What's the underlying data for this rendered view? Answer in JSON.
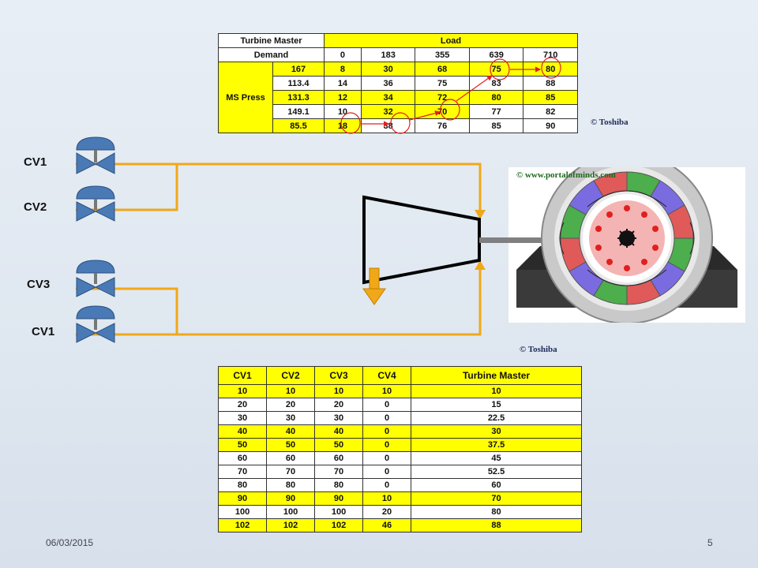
{
  "top_table": {
    "header_left_line1": "Turbine Master",
    "header_left_line2": "Demand",
    "load_label": "Load",
    "load_values": [
      "0",
      "183",
      "355",
      "639",
      "710"
    ],
    "ms_press_label": "MS Press",
    "rows": [
      {
        "press": "167",
        "values": [
          "8",
          "30",
          "68",
          "75",
          "80"
        ]
      },
      {
        "press": "113.4",
        "values": [
          "14",
          "36",
          "75",
          "83",
          "88"
        ]
      },
      {
        "press": "131.3",
        "values": [
          "12",
          "34",
          "72",
          "80",
          "85"
        ]
      },
      {
        "press": "149.1",
        "values": [
          "10",
          "32",
          "70",
          "77",
          "82"
        ]
      },
      {
        "press": "85.5",
        "values": [
          "18",
          "38",
          "76",
          "85",
          "90"
        ]
      }
    ]
  },
  "copyright_toshiba_top": "© Toshiba",
  "copyright_toshiba_mid": "© Toshiba",
  "copyright_portal": "© www.portalofminds.com",
  "valves": {
    "labels": [
      "CV1",
      "CV2",
      "CV3",
      "CV1"
    ]
  },
  "bottom_table": {
    "headers": [
      "CV1",
      "CV2",
      "CV3",
      "CV4",
      "Turbine Master"
    ],
    "rows": [
      [
        "10",
        "10",
        "10",
        "10",
        "10"
      ],
      [
        "20",
        "20",
        "20",
        "0",
        "15"
      ],
      [
        "30",
        "30",
        "30",
        "0",
        "22.5"
      ],
      [
        "40",
        "40",
        "40",
        "0",
        "30"
      ],
      [
        "50",
        "50",
        "50",
        "0",
        "37.5"
      ],
      [
        "60",
        "60",
        "60",
        "0",
        "45"
      ],
      [
        "70",
        "70",
        "70",
        "0",
        "52.5"
      ],
      [
        "80",
        "80",
        "80",
        "0",
        "60"
      ],
      [
        "90",
        "90",
        "90",
        "10",
        "70"
      ],
      [
        "100",
        "100",
        "100",
        "20",
        "80"
      ],
      [
        "102",
        "102",
        "102",
        "46",
        "88"
      ]
    ]
  },
  "footer": {
    "date": "06/03/2015",
    "page": "5"
  },
  "colors": {
    "pipe": "#f0a818",
    "valve": "#4a7ab5",
    "table_yellow": "#ffff00",
    "arrow_red": "#e02020"
  }
}
